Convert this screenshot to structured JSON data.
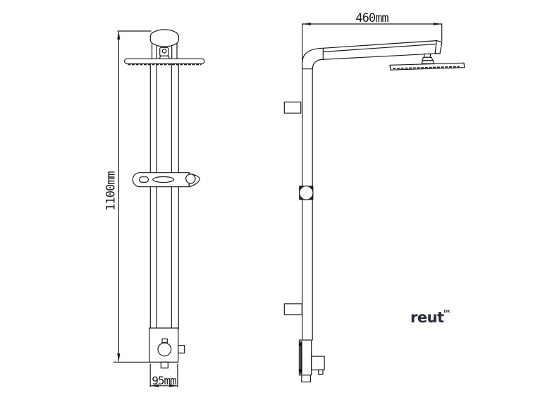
{
  "drawing": {
    "front_view": {
      "height_dimension_label": "1100mm",
      "base_width_dimension_label": "95mm"
    },
    "side_view": {
      "arm_length_dimension_label": "460mm"
    }
  },
  "brand": {
    "name": "reut",
    "mark": "DK"
  },
  "colors": {
    "line": "#1c1c1c",
    "brand": "#262d38",
    "background": "#ffffff"
  }
}
